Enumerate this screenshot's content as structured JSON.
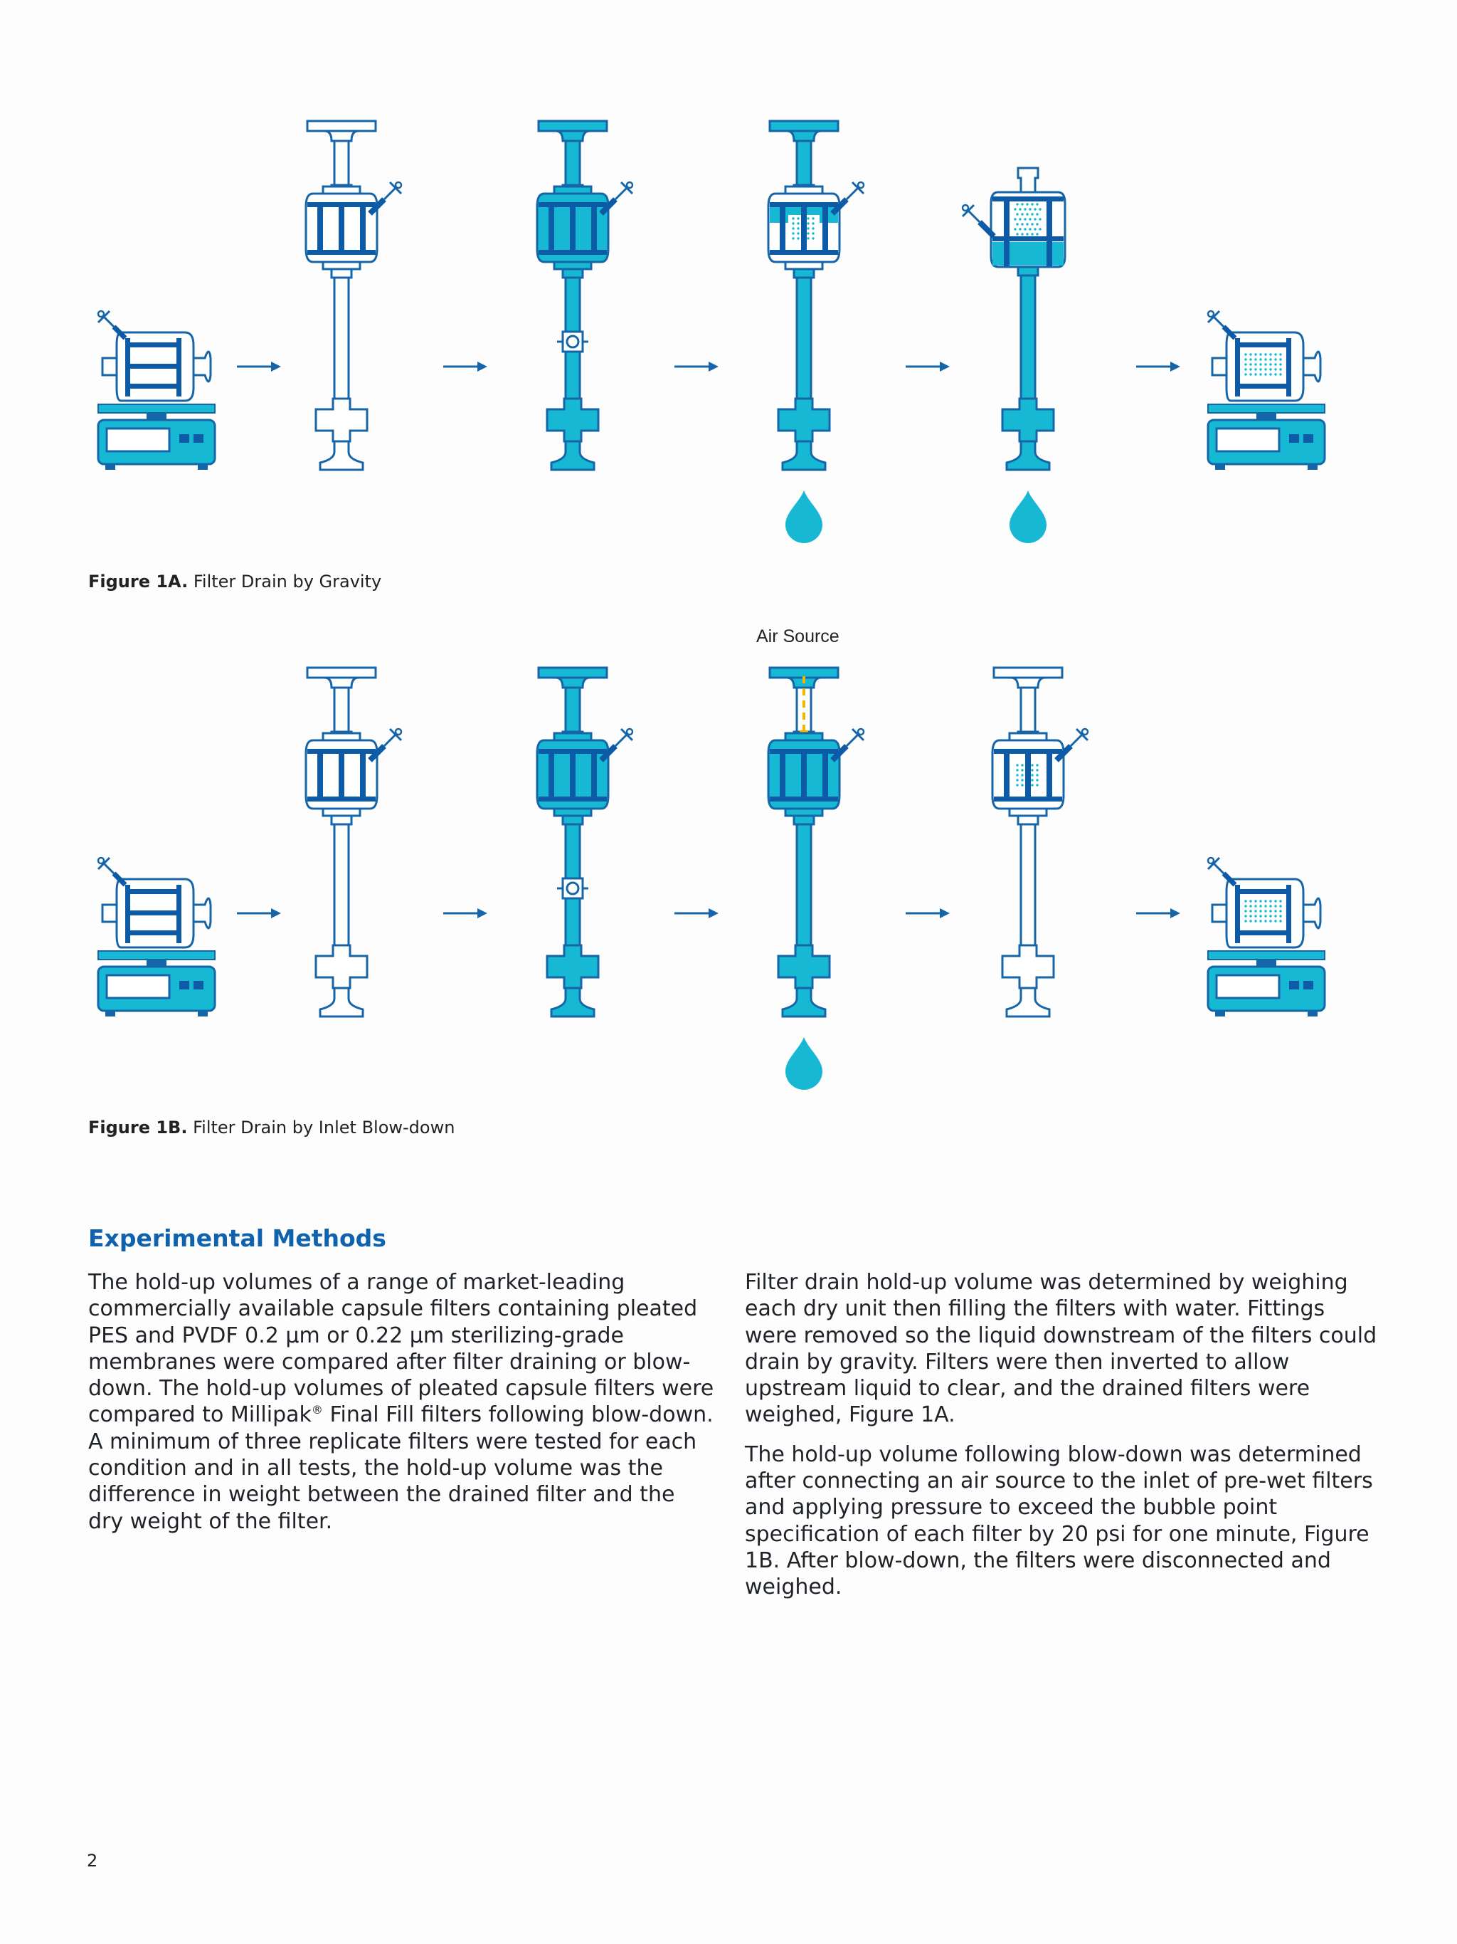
{
  "figures": [
    {
      "label": "Figure 1A.",
      "title": "Filter Drain by Gravity",
      "stages": [
        {
          "type": "scale",
          "fill": "empty"
        },
        {
          "type": "assembly",
          "fill": "empty"
        },
        {
          "type": "assembly",
          "fill": "full",
          "valve": true
        },
        {
          "type": "assembly",
          "fill": "drained",
          "drop": true
        },
        {
          "type": "inverted",
          "fill": "inverted",
          "drop": true
        },
        {
          "type": "scale",
          "fill": "wet"
        }
      ]
    },
    {
      "label": "Figure 1B.",
      "title": "Filter Drain by Inlet Blow-down",
      "air_source_label": "Air Source",
      "stages": [
        {
          "type": "scale",
          "fill": "empty"
        },
        {
          "type": "assembly",
          "fill": "empty"
        },
        {
          "type": "assembly",
          "fill": "full",
          "valve": true
        },
        {
          "type": "assembly",
          "fill": "blowdown",
          "drop": true,
          "air": true
        },
        {
          "type": "assembly",
          "fill": "wetmembrane"
        },
        {
          "type": "scale",
          "fill": "wet"
        }
      ]
    }
  ],
  "colors": {
    "outline": "#1565a8",
    "fill": "#17b8d3",
    "dark": "#0d5aa7",
    "air": "#f4b400",
    "heading": "#0f62ae"
  },
  "section": {
    "heading": "Experimental Methods",
    "left_paragraphs": [
      "The hold-up volumes of a range of market-leading commercially available capsule filters containing pleated PES and PVDF 0.2 µm or 0.22 µm sterilizing-grade membranes were compared after filter draining or blow-down. The hold-up volumes of pleated capsule filters were compared to Millipak",
      "Final Fill filters following blow-down. A minimum of three replicate filters were tested for each condition and in all tests, the hold-up volume was the difference in weight between the drained filter and the dry weight of the filter."
    ],
    "registered_mark": "®",
    "right_paragraphs": [
      "Filter drain hold-up volume was determined by weighing each dry unit then filling the filters with water. Fittings were removed so the liquid downstream of the filters could drain by gravity. Filters were then inverted to allow upstream liquid to clear, and the drained filters were weighed, Figure 1A.",
      "The hold-up volume following blow-down was determined after connecting an air source to the inlet of pre-wet filters and applying pressure to exceed the bubble point specification of each filter by 20 psi for one minute, Figure 1B. After blow-down, the filters were disconnected and weighed."
    ]
  },
  "page_number": "2"
}
